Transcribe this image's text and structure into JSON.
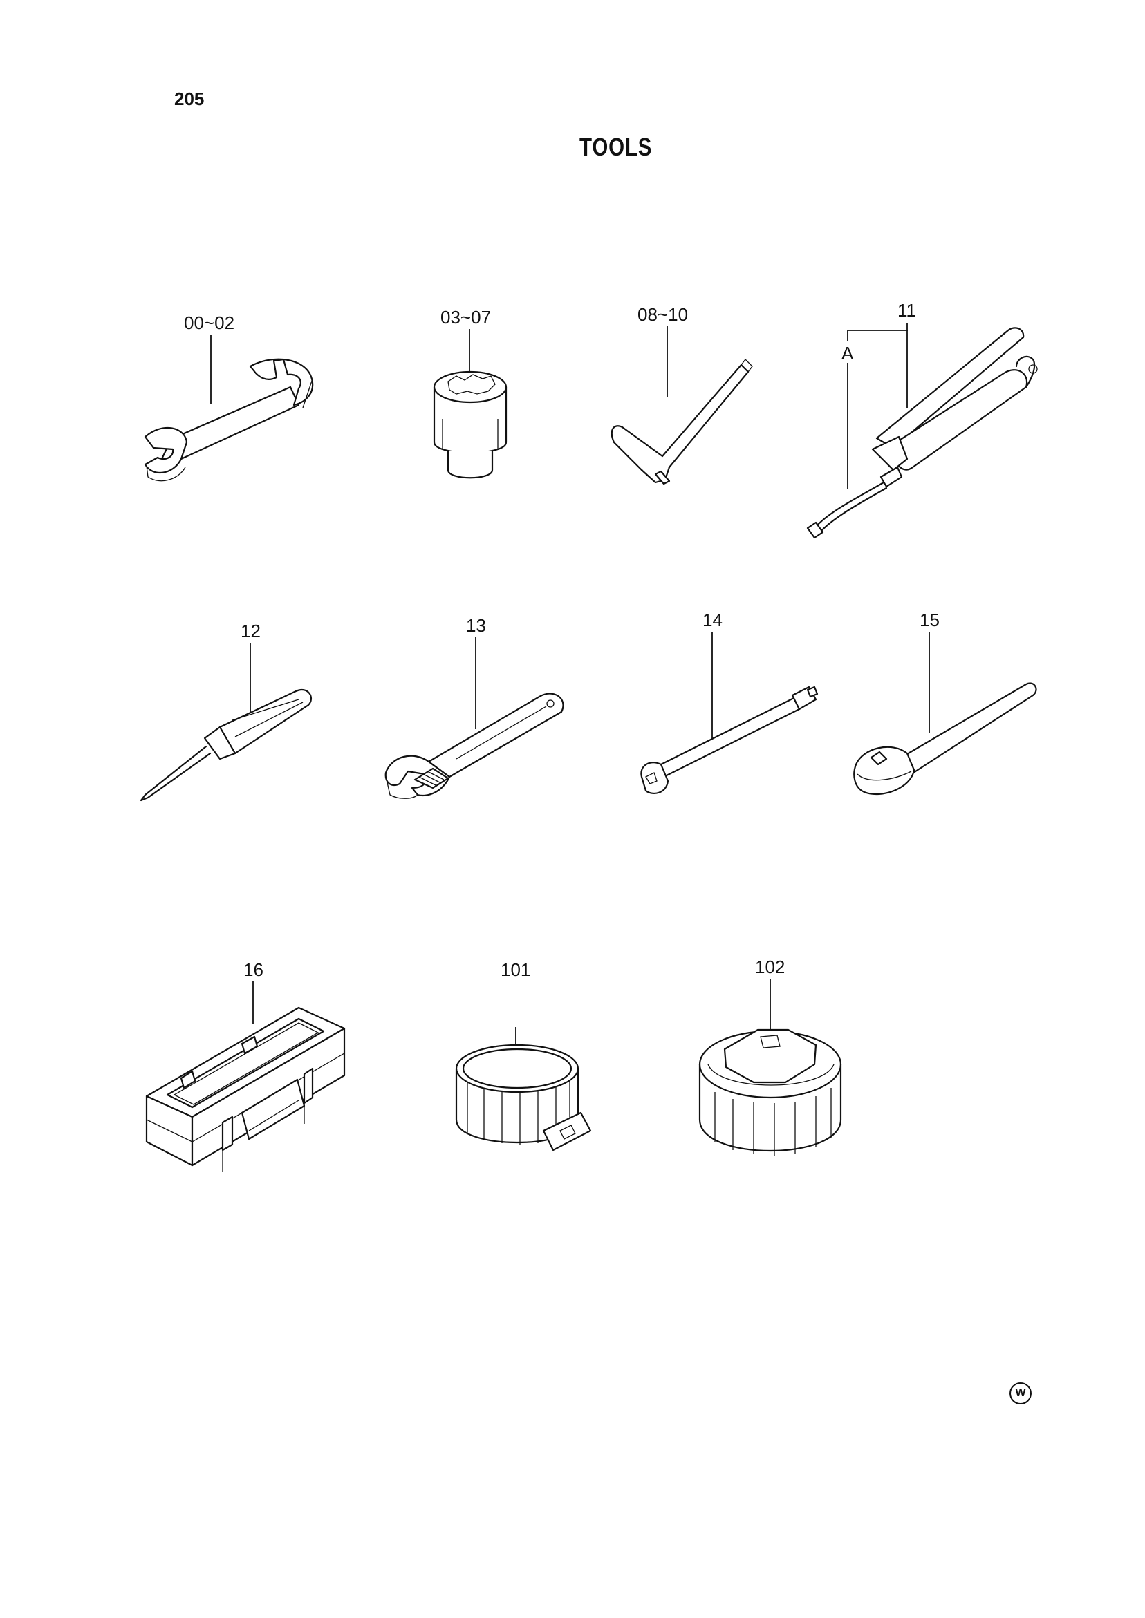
{
  "page": {
    "number": "205",
    "title": "TOOLS",
    "mark": "W"
  },
  "parts": [
    {
      "id": "wrench",
      "label": "00~02"
    },
    {
      "id": "socket",
      "label": "03~07"
    },
    {
      "id": "hex-key",
      "label": "08~10"
    },
    {
      "id": "grease-gun",
      "label": "11",
      "sub_label": "A"
    },
    {
      "id": "screwdriver",
      "label": "12"
    },
    {
      "id": "adjustable-wrench",
      "label": "13"
    },
    {
      "id": "extension-bar",
      "label": "14"
    },
    {
      "id": "ratchet-handle",
      "label": "15"
    },
    {
      "id": "tool-box",
      "label": "16"
    },
    {
      "id": "filter-wrench-band",
      "label": "101"
    },
    {
      "id": "filter-wrench-cup",
      "label": "102"
    }
  ]
}
